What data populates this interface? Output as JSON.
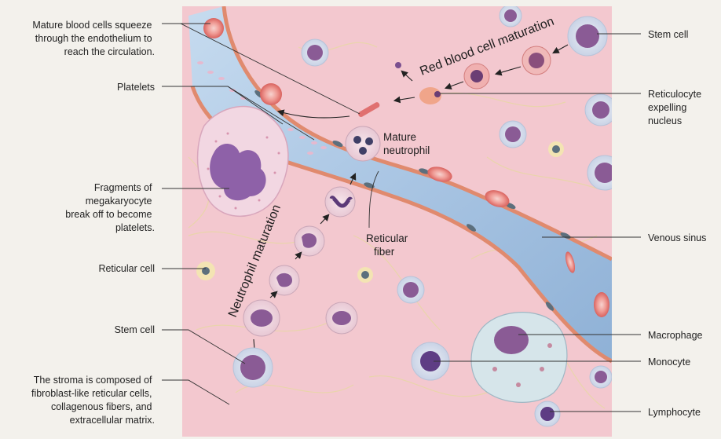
{
  "labels": {
    "mature_cells": [
      "Mature blood cells squeeze",
      "through the endothelium to",
      "reach the circulation."
    ],
    "platelets": "Platelets",
    "fragments": [
      "Fragments of",
      "megakaryocyte",
      "break off to become",
      "platelets."
    ],
    "reticular_cell": "Reticular cell",
    "stem_cell_left": "Stem cell",
    "stroma": [
      "The stroma is composed of",
      "fibroblast-like reticular cells,",
      "collagenous fibers, and",
      "extracellular matrix."
    ],
    "stem_cell_right": "Stem cell",
    "reticulocyte": [
      "Reticulocyte",
      "expelling",
      "nucleus"
    ],
    "venous_sinus": "Venous sinus",
    "macrophage": "Macrophage",
    "monocyte": "Monocyte",
    "lymphocyte": "Lymphocyte"
  },
  "inner_labels": {
    "rbc_maturation": "Red blood cell maturation",
    "neutrophil_maturation": "Neutrophil maturation",
    "mature_neutrophil": [
      "Mature",
      "neutrophil"
    ],
    "reticular_fiber": [
      "Reticular",
      "fiber"
    ]
  },
  "colors": {
    "tissue": "#f3c8cf",
    "sinus": "#aac6e2",
    "endothelium": "#e0876a",
    "rbc": "#e6807c",
    "nucleus": "#7a4f8f",
    "reticular_cell": "#f3e4b3"
  }
}
